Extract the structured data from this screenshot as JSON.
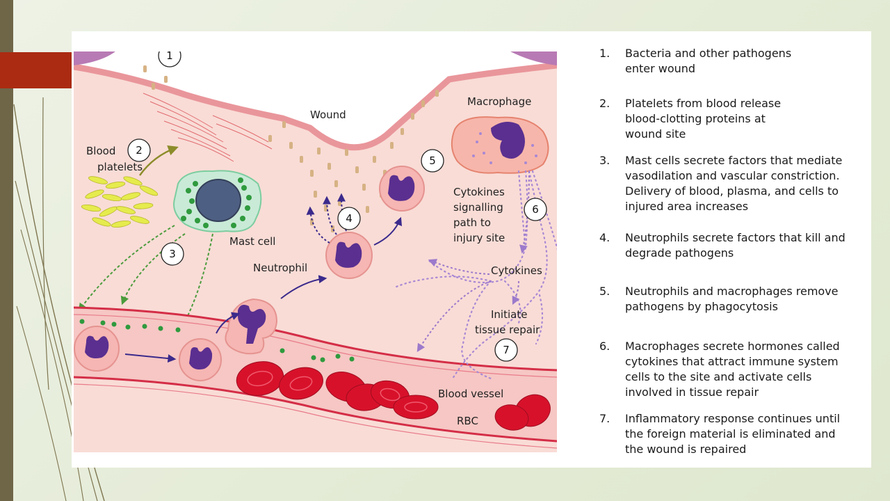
{
  "diagram": {
    "labels": {
      "wound": "Wound",
      "macrophage": "Macrophage",
      "blood_platelets_1": "Blood",
      "blood_platelets_2": "platelets",
      "mast_cell": "Mast cell",
      "neutrophil": "Neutrophil",
      "cytokines_path_1": "Cytokines",
      "cytokines_path_2": "signalling",
      "cytokines_path_3": "path to",
      "cytokines_path_4": "injury site",
      "cytokines": "Cytokines",
      "tissue_repair_1": "Initiate",
      "tissue_repair_2": "tissue repair",
      "blood_vessel": "Blood vessel",
      "rbc": "RBC"
    },
    "markers": [
      "1",
      "2",
      "3",
      "4",
      "5",
      "6",
      "7"
    ]
  },
  "steps": [
    {
      "num": "1.",
      "lines": [
        "Bacteria and other pathogens",
        "enter wound"
      ]
    },
    {
      "num": "2.",
      "lines": [
        "Platelets from blood release",
        "blood-clotting proteins at",
        "wound site"
      ]
    },
    {
      "num": "3.",
      "lines": [
        "Mast cells secrete factors that mediate",
        "vasodilation and vascular constriction.",
        "Delivery of blood, plasma, and cells to",
        "injured area increases"
      ]
    },
    {
      "num": "4.",
      "lines": [
        "Neutrophils secrete factors that kill and",
        "degrade pathogens"
      ]
    },
    {
      "num": "5.",
      "lines": [
        "Neutrophils and macrophages remove",
        "pathogens by phagocytosis"
      ]
    },
    {
      "num": "6.",
      "lines": [
        "Macrophages secrete hormones called",
        "cytokines that attract immune system",
        "cells to the site and activate cells",
        "involved in tissue repair"
      ]
    },
    {
      "num": "7.",
      "lines": [
        "Inflammatory response continues until",
        "the foreign material is eliminated and",
        "the wound is repaired"
      ]
    }
  ],
  "colors": {
    "accent": "#ab2b12",
    "sidebar": "#6f6648",
    "tissue": "#f9dcd6",
    "vessel_wall": "#d42e47",
    "rbc": "#d8112a",
    "nucleus": "#5a2f90",
    "mast_cell": "#c9ead7",
    "granule": "#2f9a3e",
    "cytokine": "#a888d4",
    "platelet": "#e6eb4d"
  }
}
